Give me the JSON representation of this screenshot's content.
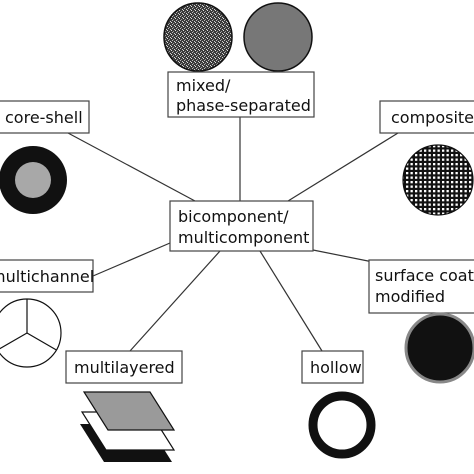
{
  "center": {
    "line1": "bicomponent/",
    "line2": "multicomponent"
  },
  "nodes": {
    "mixed": {
      "line1": "mixed/",
      "line2": "phase-separated"
    },
    "core_shell": {
      "label": "core-shell"
    },
    "composite": {
      "label": "composite"
    },
    "multichannel": {
      "label": "multichannel"
    },
    "surface_coat": {
      "line1": "surface coat",
      "line2": "modified"
    },
    "multilayered": {
      "label": "multilayered"
    },
    "hollow": {
      "label": "hollow"
    }
  },
  "colors": {
    "dark": "#111111",
    "mid_grey": "#777777",
    "light_grey": "#a8a8a8",
    "layer_grey": "#9a9a9a",
    "white": "#ffffff"
  }
}
